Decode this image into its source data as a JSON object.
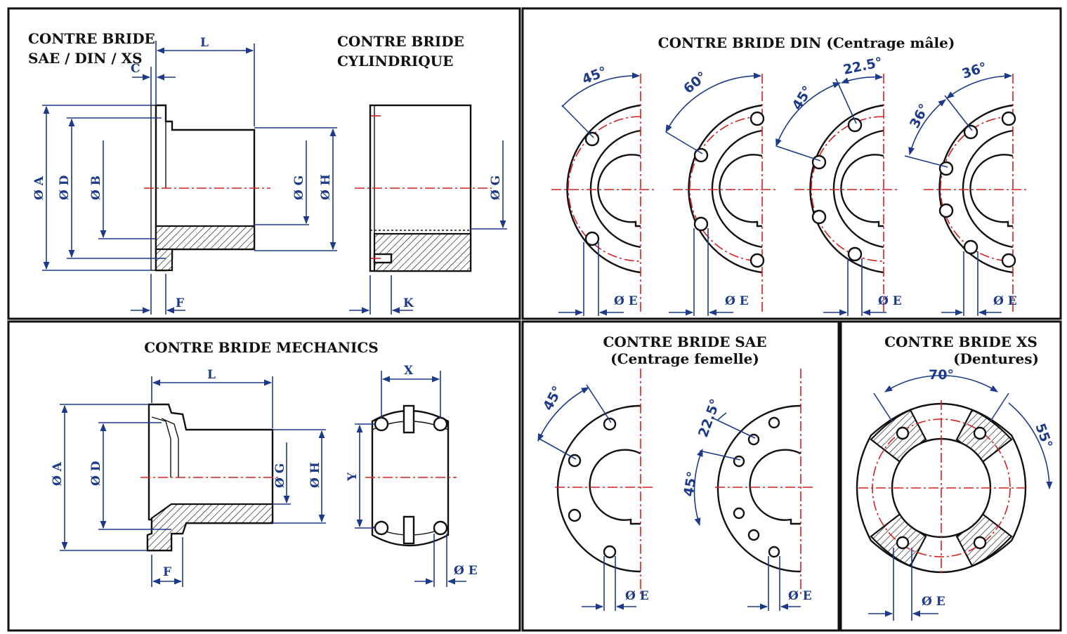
{
  "titles": {
    "flange_sae_din_xs": [
      "CONTRE BRIDE",
      "SAE / DIN / XS"
    ],
    "flange_cylindrical": [
      "CONTRE BRIDE",
      "CYLINDRIQUE"
    ],
    "flange_din": "CONTRE BRIDE DIN (Centrage mâle)",
    "flange_mechanics": "CONTRE BRIDE MECHANICS",
    "flange_sae": [
      "CONTRE BRIDE SAE",
      "(Centrage femelle)"
    ],
    "flange_xs": [
      "CONTRE BRIDE XS",
      "(Dentures)"
    ]
  },
  "dimensions": {
    "A": "Ø A",
    "D": "Ø D",
    "B": "Ø B",
    "G": "Ø G",
    "H": "Ø H",
    "E": "Ø E",
    "L": "L",
    "C": "C",
    "F": "F",
    "K": "K",
    "X": "X",
    "Y": "Y"
  },
  "angles": {
    "din_1": "45°",
    "din_2": "60°",
    "din_3a": "45°",
    "din_3b": "22.5°",
    "din_4a": "36°",
    "din_4b": "36°",
    "sae_1": "45°",
    "sae_2a": "22.5°",
    "sae_2b": "45°",
    "xs_a": "70°",
    "xs_b": "55°"
  },
  "colors": {
    "outline": "#111111",
    "dimension": "#1d3a8a",
    "centerline": "#d42020"
  }
}
